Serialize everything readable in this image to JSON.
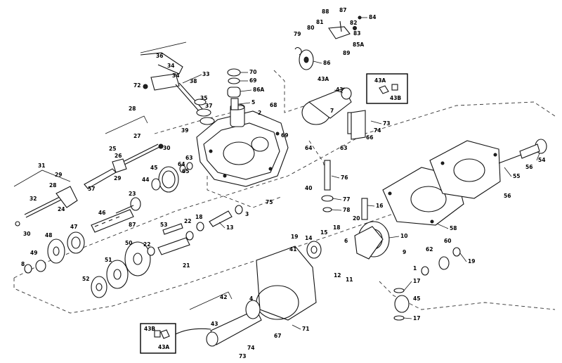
{
  "callouts": [
    {
      "id": "c-84",
      "text": "84"
    },
    {
      "id": "c-88",
      "text": "88"
    },
    {
      "id": "c-87",
      "text": "87"
    },
    {
      "id": "c-83",
      "text": "83"
    },
    {
      "id": "c-82",
      "text": "82"
    },
    {
      "id": "c-81",
      "text": "81"
    },
    {
      "id": "c-89",
      "text": "89"
    },
    {
      "id": "c-85a",
      "text": "85A"
    },
    {
      "id": "c-79",
      "text": "79"
    },
    {
      "id": "c-80",
      "text": "80"
    },
    {
      "id": "c-86",
      "text": "86"
    },
    {
      "id": "c-36",
      "text": "36"
    },
    {
      "id": "c-34a",
      "text": "34"
    },
    {
      "id": "c-34b",
      "text": "34"
    },
    {
      "id": "c-33",
      "text": "33"
    },
    {
      "id": "c-72",
      "text": "72"
    },
    {
      "id": "c-38",
      "text": "38"
    },
    {
      "id": "c-35",
      "text": "35"
    },
    {
      "id": "c-37",
      "text": "37"
    },
    {
      "id": "c-39",
      "text": "39"
    },
    {
      "id": "c-70",
      "text": "70"
    },
    {
      "id": "c-69",
      "text": "69"
    },
    {
      "id": "c-86a",
      "text": "86A"
    },
    {
      "id": "c-5",
      "text": "5"
    },
    {
      "id": "c-2",
      "text": "2"
    },
    {
      "id": "c-68",
      "text": "68"
    },
    {
      "id": "c-69b",
      "text": "69"
    },
    {
      "id": "c-43a",
      "text": "43A"
    },
    {
      "id": "c-43",
      "text": "43"
    },
    {
      "id": "c-43a-box",
      "text": "43A"
    },
    {
      "id": "c-43b-box",
      "text": "43B"
    },
    {
      "id": "c-7",
      "text": "7"
    },
    {
      "id": "c-73",
      "text": "73"
    },
    {
      "id": "c-74",
      "text": "74"
    },
    {
      "id": "c-66",
      "text": "66"
    },
    {
      "id": "c-28",
      "text": "28"
    },
    {
      "id": "c-27",
      "text": "27"
    },
    {
      "id": "c-30",
      "text": "30"
    },
    {
      "id": "c-25",
      "text": "25"
    },
    {
      "id": "c-26",
      "text": "26"
    },
    {
      "id": "c-29",
      "text": "29"
    },
    {
      "id": "c-57",
      "text": "57"
    },
    {
      "id": "c-64",
      "text": "64"
    },
    {
      "id": "c-63",
      "text": "63"
    },
    {
      "id": "c-65",
      "text": "65"
    },
    {
      "id": "c-45",
      "text": "45"
    },
    {
      "id": "c-44",
      "text": "44"
    },
    {
      "id": "c-31",
      "text": "31"
    },
    {
      "id": "c-29b",
      "text": "29"
    },
    {
      "id": "c-28b",
      "text": "28"
    },
    {
      "id": "c-32",
      "text": "32"
    },
    {
      "id": "c-24",
      "text": "24"
    },
    {
      "id": "c-30b",
      "text": "30"
    },
    {
      "id": "c-23",
      "text": "23"
    },
    {
      "id": "c-75",
      "text": "75"
    },
    {
      "id": "c-64b",
      "text": "64"
    },
    {
      "id": "c-63b",
      "text": "63"
    },
    {
      "id": "c-76",
      "text": "76"
    },
    {
      "id": "c-40",
      "text": "40"
    },
    {
      "id": "c-77",
      "text": "77"
    },
    {
      "id": "c-78",
      "text": "78"
    },
    {
      "id": "c-16",
      "text": "16"
    },
    {
      "id": "c-55",
      "text": "55"
    },
    {
      "id": "c-56",
      "text": "56"
    },
    {
      "id": "c-54",
      "text": "54"
    },
    {
      "id": "c-56b",
      "text": "56"
    },
    {
      "id": "c-58",
      "text": "58"
    },
    {
      "id": "c-87b",
      "text": "87"
    },
    {
      "id": "c-46",
      "text": "46"
    },
    {
      "id": "c-47",
      "text": "47"
    },
    {
      "id": "c-53",
      "text": "53"
    },
    {
      "id": "c-22",
      "text": "22"
    },
    {
      "id": "c-18",
      "text": "18"
    },
    {
      "id": "c-13",
      "text": "13"
    },
    {
      "id": "c-3",
      "text": "3"
    },
    {
      "id": "c-48",
      "text": "48"
    },
    {
      "id": "c-49",
      "text": "49"
    },
    {
      "id": "c-8",
      "text": "8"
    },
    {
      "id": "c-50",
      "text": "50"
    },
    {
      "id": "c-51",
      "text": "51"
    },
    {
      "id": "c-52",
      "text": "52"
    },
    {
      "id": "c-21",
      "text": "21"
    },
    {
      "id": "c-22b",
      "text": "22"
    },
    {
      "id": "c-20",
      "text": "20"
    },
    {
      "id": "c-10",
      "text": "10"
    },
    {
      "id": "c-9",
      "text": "9"
    },
    {
      "id": "c-14",
      "text": "14"
    },
    {
      "id": "c-15",
      "text": "15"
    },
    {
      "id": "c-19",
      "text": "19"
    },
    {
      "id": "c-18b",
      "text": "18"
    },
    {
      "id": "c-6",
      "text": "6"
    },
    {
      "id": "c-62",
      "text": "62"
    },
    {
      "id": "c-60",
      "text": "60"
    },
    {
      "id": "c-19b",
      "text": "19"
    },
    {
      "id": "c-11",
      "text": "11"
    },
    {
      "id": "c-12",
      "text": "12"
    },
    {
      "id": "c-1",
      "text": "1"
    },
    {
      "id": "c-17",
      "text": "17"
    },
    {
      "id": "c-45b",
      "text": "45"
    },
    {
      "id": "c-17b",
      "text": "17"
    },
    {
      "id": "c-42",
      "text": "42"
    },
    {
      "id": "c-43c",
      "text": "43"
    },
    {
      "id": "c-41",
      "text": "41"
    },
    {
      "id": "c-67",
      "text": "67"
    },
    {
      "id": "c-71",
      "text": "71"
    },
    {
      "id": "c-74b",
      "text": "74"
    },
    {
      "id": "c-73b",
      "text": "73"
    },
    {
      "id": "c-43b-box2",
      "text": "43B"
    },
    {
      "id": "c-43a-box2",
      "text": "43A"
    },
    {
      "id": "c-4",
      "text": "4"
    }
  ]
}
